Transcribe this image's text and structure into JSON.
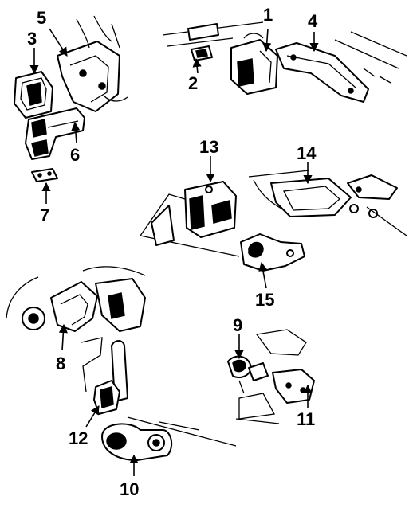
{
  "diagram": {
    "callouts": [
      {
        "id": "1",
        "text": "1"
      },
      {
        "id": "2",
        "text": "2"
      },
      {
        "id": "3",
        "text": "3"
      },
      {
        "id": "4",
        "text": "4"
      },
      {
        "id": "5",
        "text": "5"
      },
      {
        "id": "6",
        "text": "6"
      },
      {
        "id": "7",
        "text": "7"
      },
      {
        "id": "8",
        "text": "8"
      },
      {
        "id": "9",
        "text": "9"
      },
      {
        "id": "10",
        "text": "10"
      },
      {
        "id": "11",
        "text": "11"
      },
      {
        "id": "12",
        "text": "12"
      },
      {
        "id": "13",
        "text": "13"
      },
      {
        "id": "14",
        "text": "14"
      },
      {
        "id": "15",
        "text": "15"
      }
    ]
  }
}
